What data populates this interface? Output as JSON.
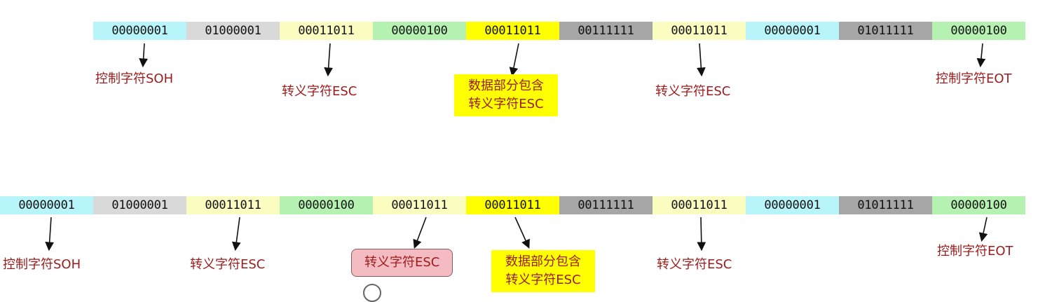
{
  "colors": {
    "soh": "#b7f5fb",
    "header": "#d9d9d9",
    "esc": "#fbfcc0",
    "data": "#b5f2b1",
    "data_esc": "#ffff00",
    "data_dark": "#a6a6a6",
    "eot": "#b5f2b1",
    "label": "#9b1c1c",
    "box": "#f4bcc2"
  },
  "top_frame": {
    "bytes": [
      {
        "bits": "00000001",
        "kind": "soh"
      },
      {
        "bits": "01000001",
        "kind": "header"
      },
      {
        "bits": "00011011",
        "kind": "esc"
      },
      {
        "bits": "00000100",
        "kind": "data"
      },
      {
        "bits": "00011011",
        "kind": "data_esc"
      },
      {
        "bits": "00111111",
        "kind": "data_dark"
      },
      {
        "bits": "00011011",
        "kind": "esc"
      },
      {
        "bits": "00000001",
        "kind": "soh"
      },
      {
        "bits": "01011111",
        "kind": "data_dark"
      },
      {
        "bits": "00000100",
        "kind": "eot"
      }
    ],
    "labels": {
      "soh": "控制字符SOH",
      "esc1": "转义字符ESC",
      "data_line1": "数据部分包含",
      "data_line2": "转义字符ESC",
      "esc2": "转义字符ESC",
      "eot": "控制字符EOT"
    }
  },
  "bottom_frame": {
    "bytes": [
      {
        "bits": "00000001",
        "kind": "soh"
      },
      {
        "bits": "01000001",
        "kind": "header"
      },
      {
        "bits": "00011011",
        "kind": "esc"
      },
      {
        "bits": "00000100",
        "kind": "data"
      },
      {
        "bits": "00011011",
        "kind": "esc"
      },
      {
        "bits": "00011011",
        "kind": "data_esc"
      },
      {
        "bits": "00111111",
        "kind": "data_dark"
      },
      {
        "bits": "00011011",
        "kind": "esc"
      },
      {
        "bits": "00000001",
        "kind": "soh"
      },
      {
        "bits": "01011111",
        "kind": "data_dark"
      },
      {
        "bits": "00000100",
        "kind": "eot"
      }
    ],
    "labels": {
      "soh": "控制字符SOH",
      "esc1": "转义字符ESC",
      "inserted_esc": "转义字符ESC",
      "data_line1": "数据部分包含",
      "data_line2": "转义字符ESC",
      "esc2": "转义字符ESC",
      "eot": "控制字符EOT"
    }
  }
}
